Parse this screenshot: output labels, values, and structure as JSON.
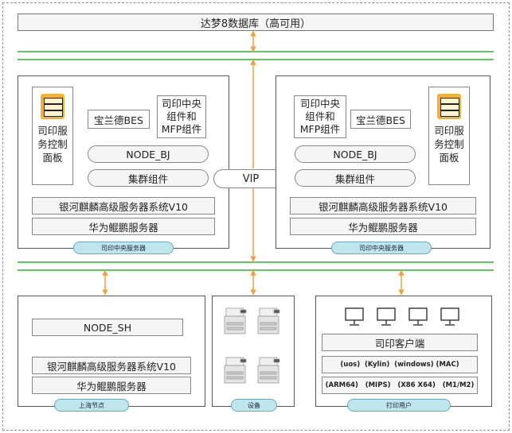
{
  "database": "达梦8数据库（高可用）",
  "vip": "VIP",
  "central_server_left": {
    "control_panel": "司印服务控制面板",
    "bes": "宝兰德BES",
    "components": "司印中央组件和MFP组件",
    "node": "NODE_BJ",
    "cluster": "集群组件",
    "os": "银河麒麟高级服务器系统V10",
    "hardware": "华为鲲鹏服务器",
    "tag": "司印中央服务器"
  },
  "central_server_right": {
    "control_panel": "司印服务控制面板",
    "bes": "宝兰德BES",
    "components": "司印中央组件和MFP组件",
    "node": "NODE_BJ",
    "cluster": "集群组件",
    "os": "银河麒麟高级服务器系统V10",
    "hardware": "华为鲲鹏服务器",
    "tag": "司印中央服务器"
  },
  "shanghai_node": {
    "node": "NODE_SH",
    "os": "银河麒麟高级服务器系统V10",
    "hardware": "华为鲲鹏服务器",
    "tag": "上海节点"
  },
  "devices": {
    "tag": "设备"
  },
  "print_users": {
    "client": "司印客户端",
    "os_list": "(uos)  (Kylin)  (windows) (MAC)",
    "arch_list": "(ARM64)   (MIPS)   (X86 X64)   (M1/M2)",
    "tag": "打印用户"
  },
  "colors": {
    "accent_green": "#61c761",
    "arrow_orange": "#f0a040",
    "tag_fill": "#bfe6ec",
    "server_icon": "#f2b430"
  }
}
